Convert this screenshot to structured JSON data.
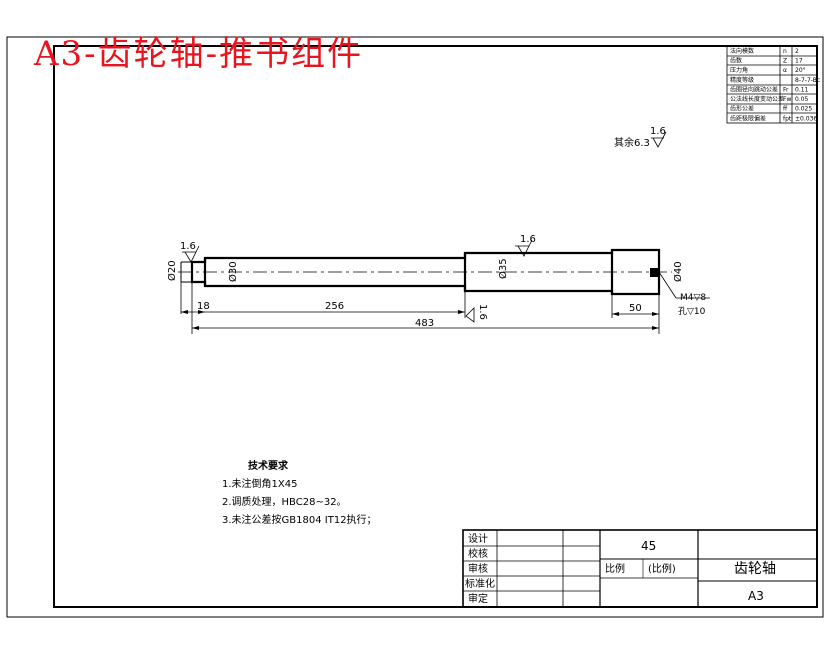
{
  "banner_title": "A3-齿轮轴-推书组件",
  "params_table": [
    {
      "name": "法向模数",
      "symbol": "n",
      "value": "2"
    },
    {
      "name": "齿数",
      "symbol": "Z",
      "value": "17"
    },
    {
      "name": "压力角",
      "symbol": "α",
      "value": "20°"
    },
    {
      "name": "精度等级",
      "symbol": "",
      "value": "8-7-7-Bc"
    },
    {
      "name": "齿圈径向跳动公差",
      "symbol": "Fr",
      "value": "0.11"
    },
    {
      "name": "公法线长度变动公差",
      "symbol": "Fw",
      "value": "0.05"
    },
    {
      "name": "齿形公差",
      "symbol": "ff",
      "value": "0.025"
    },
    {
      "name": "齿距极限偏差",
      "symbol": "fpt",
      "value": "±0.036"
    }
  ],
  "roughness_note": {
    "prefix": "其余",
    "value": "6.3",
    "mark": "1.6"
  },
  "roughness_marks": [
    "1.6",
    "1.6",
    "1.6"
  ],
  "diameters": {
    "d_left": "Ø20",
    "d_main": "Ø30",
    "d_mid": "Ø35",
    "d_right": "Ø40"
  },
  "dims": {
    "len_end": "18",
    "len_shaft": "256",
    "len_total": "483",
    "len_right": "50"
  },
  "hole_note": {
    "line1": "M4▽8",
    "line2": "孔▽10"
  },
  "tech_req": {
    "title": "技术要求",
    "items": [
      "1.未注倒角1X45",
      "2.调质处理，HBC28~32。",
      "3.未注公差按GB1804 IT12执行；"
    ]
  },
  "title_block": {
    "roles": [
      "设计",
      "校核",
      "审核",
      "标准化",
      "审定"
    ],
    "material": "45",
    "scale_label": "比例",
    "scale_value": "(比例)",
    "part_name": "齿轮轴",
    "sheet_size": "A3"
  }
}
